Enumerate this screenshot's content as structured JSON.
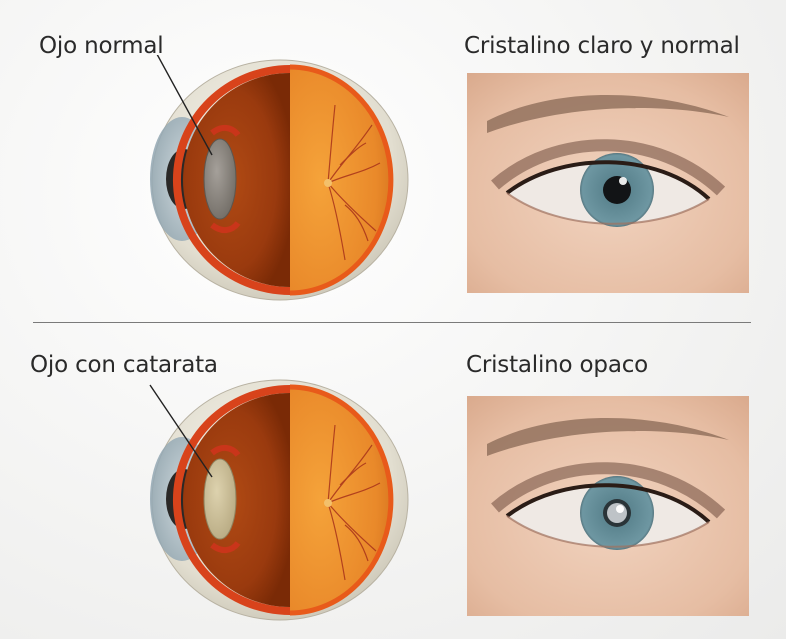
{
  "top": {
    "diagram_label": "Ojo normal",
    "photo_label": "Cristalino claro y normal"
  },
  "bottom": {
    "diagram_label": "Ojo con catarata",
    "photo_label": "Cristalino opaco"
  },
  "colors": {
    "retina": "#e56a1e",
    "lens_clear": "#8d8a86",
    "lens_cataract": "#cdbf96",
    "iris": "#5f8792",
    "skin": "#e9c2a9"
  }
}
